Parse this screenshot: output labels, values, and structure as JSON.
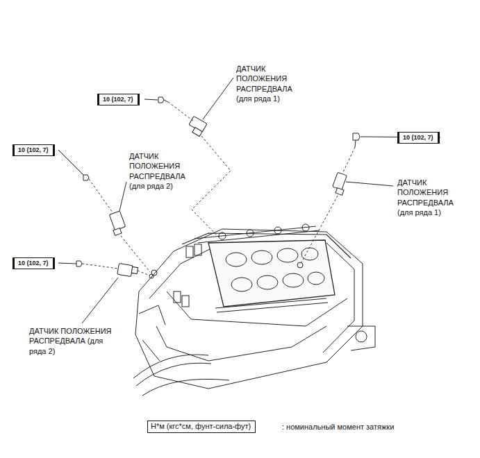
{
  "diagram": {
    "nodes": [
      {
        "text": [
          "10 (102, 7)"
        ]
      },
      {
        "text": [
          "10 (102, 7)"
        ]
      },
      {
        "text": [
          "10 (102, 7)"
        ]
      },
      {
        "text": [
          "10 (102, 7)"
        ]
      },
      {
        "text": [
          "Н*м (кгс*см, фунт-сила-фут)"
        ]
      }
    ],
    "labels": [
      "ДАТЧИК ПОЛОЖЕНИЯ РАСПРЕДВАЛА (для ряда 1)",
      "ДАТЧИК ПОЛОЖЕНИЯ РАСПРЕДВАЛА (для ряда 2)",
      "ДАТЧИК ПОЛОЖЕНИЯ РАСПРЕДВАЛА (для ряда 1)",
      "ДАТЧИК ПОЛОЖЕНИЯ РАСПРЕДВАЛА (для ряда 2)",
      ": номинальный момент затяжки"
    ]
  }
}
